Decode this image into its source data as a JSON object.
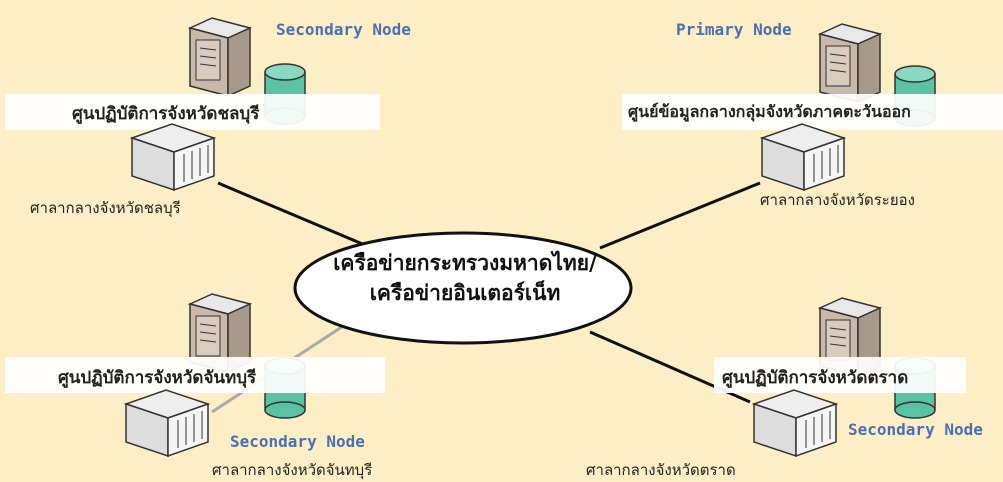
{
  "center": {
    "line1": "เครือข่ายกระทรวงมหาดไทย/",
    "line2": "เครือข่ายอินเตอร์เน็ท"
  },
  "nodes": {
    "top_left": {
      "role": "Secondary Node",
      "title": "ศูนปฏิบัติการจังหวัดชลบุรี",
      "caption": "ศาลากลางจังหวัดชลบุรี"
    },
    "top_right": {
      "role": "Primary Node",
      "title": "ศูนย์ข้อมูลกลางกลุ่มจังหวัดภาคตะวันออก",
      "caption": "ศาลากลางจังหวัดระยอง"
    },
    "bottom_left": {
      "role": "Secondary Node",
      "title": "ศูนปฏิบัติการจังหวัดจันทบุรี",
      "caption": "ศาลากลางจังหวัดจันทบุรี"
    },
    "bottom_right": {
      "role": "Secondary Node",
      "title": "ศูนปฏิบัติการจังหวัดตราด",
      "caption": "ศาลากลางจังหวัดตราด"
    }
  },
  "colors": {
    "background": "#fdeec6",
    "role_text": "#4a6fb3",
    "database": "#5cc2a4"
  },
  "icons": [
    "server-tower-icon",
    "database-icon",
    "government-building-icon"
  ]
}
